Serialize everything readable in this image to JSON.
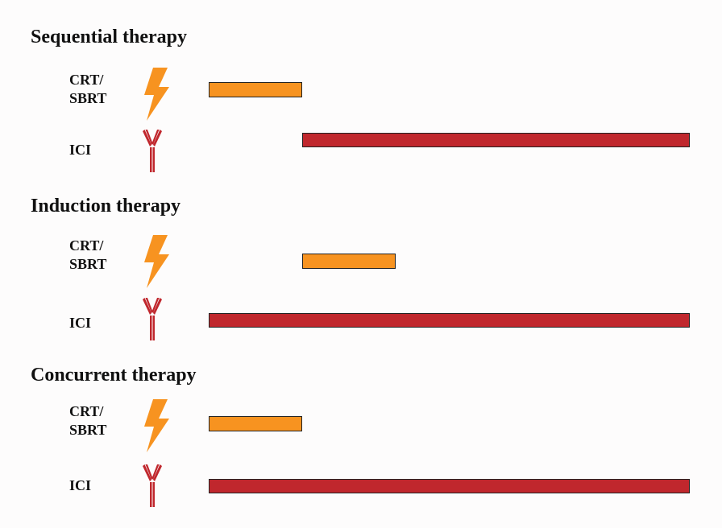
{
  "colors": {
    "radiation": "#f79320",
    "ici": "#c0272d",
    "bar_border": "#222222"
  },
  "icons": {
    "radiation": "lightning-bolt-icon",
    "ici": "antibody-icon"
  },
  "sections": [
    {
      "title": "Sequential therapy",
      "rows": [
        {
          "label_line1": "CRT/",
          "label_line2": "SBRT",
          "bar_start": 0,
          "bar_end": 1
        },
        {
          "label_line1": "ICI",
          "label_line2": "",
          "bar_start": 1,
          "bar_end": 5.15
        }
      ]
    },
    {
      "title": "Induction therapy",
      "rows": [
        {
          "label_line1": "CRT/",
          "label_line2": "SBRT",
          "bar_start": 1,
          "bar_end": 2
        },
        {
          "label_line1": "ICI",
          "label_line2": "",
          "bar_start": 0,
          "bar_end": 5.15
        }
      ]
    },
    {
      "title": "Concurrent therapy",
      "rows": [
        {
          "label_line1": "CRT/",
          "label_line2": "SBRT",
          "bar_start": 0,
          "bar_end": 1
        },
        {
          "label_line1": "ICI",
          "label_line2": "",
          "bar_start": 0,
          "bar_end": 5.15
        }
      ]
    }
  ]
}
